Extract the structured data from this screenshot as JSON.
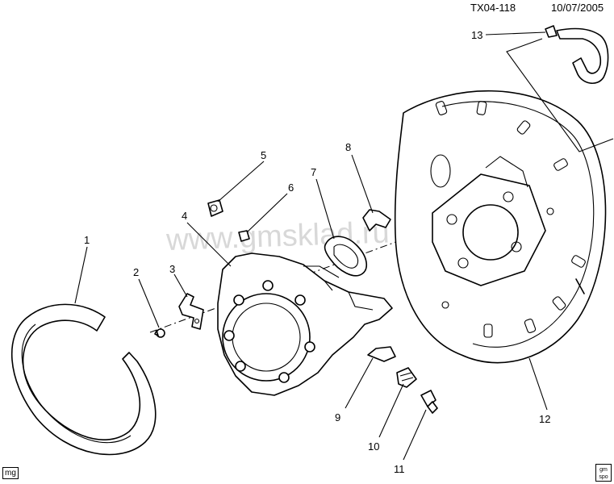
{
  "header": {
    "figure_id": "TX04-118",
    "date": "10/07/2005"
  },
  "watermark": "www.gmsklad.ru",
  "footer": {
    "badge": "mg",
    "logo_line1": "gm",
    "logo_line2": "spo"
  },
  "callouts": {
    "c1": "1",
    "c2": "2",
    "c3": "3",
    "c4": "4",
    "c5": "5",
    "c6": "6",
    "c7": "7",
    "c8": "8",
    "c9": "9",
    "c10": "10",
    "c11": "11",
    "c12": "12",
    "c13": "13"
  }
}
